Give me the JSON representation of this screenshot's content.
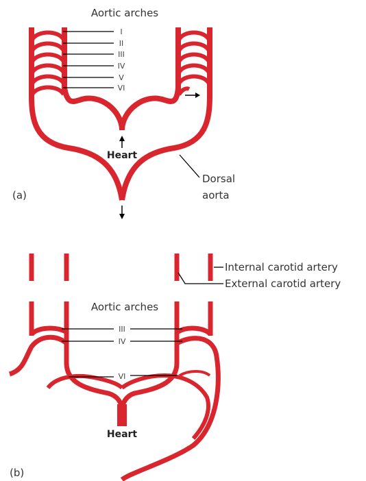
{
  "colors": {
    "vessel": "#d9262e",
    "leader": "#000000",
    "text": "#333333"
  },
  "panel_a": {
    "title": "Aortic arches",
    "arches": [
      "I",
      "II",
      "III",
      "IV",
      "V",
      "VI"
    ],
    "heart": "Heart",
    "dorsal_aorta_line1": "Dorsal",
    "dorsal_aorta_line2": "aorta",
    "panel_label": "(a)"
  },
  "panel_b": {
    "internal_carotid": "Internal carotid artery",
    "external_carotid": "External carotid artery",
    "title": "Aortic arches",
    "arches": [
      "III",
      "IV",
      "VI"
    ],
    "heart": "Heart",
    "panel_label": "(b)"
  }
}
